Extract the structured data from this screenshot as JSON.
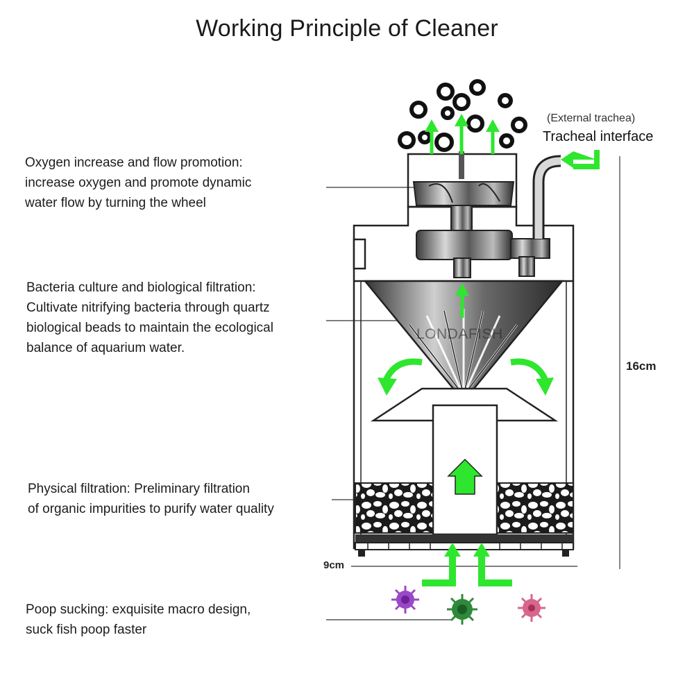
{
  "title": "Working Principle of Cleaner",
  "labels": {
    "oxygen": [
      "Oxygen increase and flow promotion:",
      "increase oxygen and promote dynamic",
      "water flow by turning the wheel"
    ],
    "bacteria": [
      "Bacteria culture and biological filtration:",
      "Cultivate nitrifying bacteria through quartz",
      "biological beads to maintain the ecological",
      "balance of aquarium water."
    ],
    "physical": [
      "Physical filtration: Preliminary filtration",
      "of organic impurities to purify water quality"
    ],
    "poop": [
      "Poop sucking: exquisite macro design,",
      "suck fish poop faster"
    ]
  },
  "trachea": {
    "external": "(External trachea)",
    "interface": "Tracheal interface"
  },
  "dimensions": {
    "height": "16cm",
    "width": "9cm"
  },
  "watermark": "LONDAFISH",
  "colors": {
    "arrow": "#2ee62e",
    "line": "#222222",
    "virus_purple": "#9a48c8",
    "virus_green": "#2e8a3a",
    "virus_pink": "#d8658a"
  },
  "icons": [
    "bubble-icon",
    "flow-arrow-icon",
    "bacteria-icon"
  ]
}
